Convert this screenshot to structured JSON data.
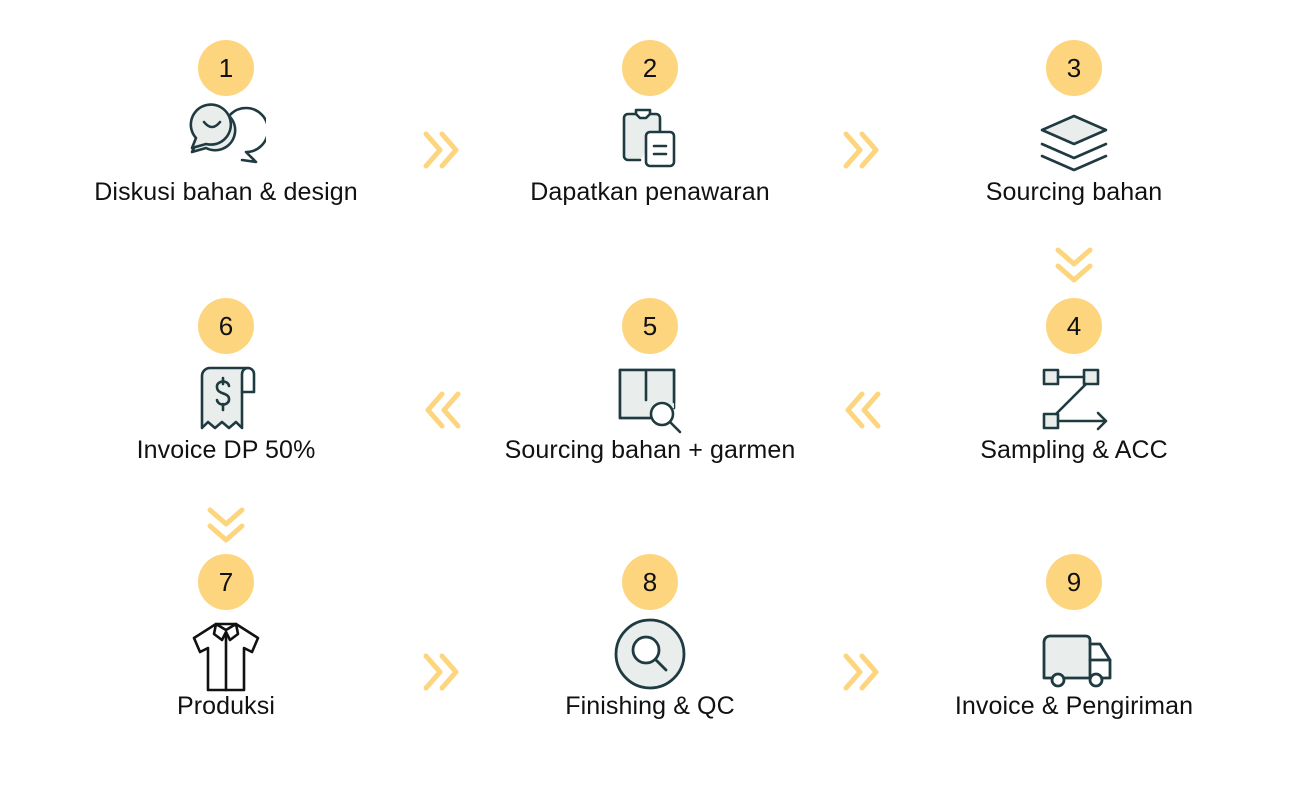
{
  "colors": {
    "badge": "#FDD57E",
    "arrow": "#FDD57E",
    "icon_stroke": "#1F3A40",
    "icon_fill": "#E9EEEC"
  },
  "steps": [
    {
      "number": "1",
      "label": "Diskusi bahan & design",
      "icon": "chat-bubbles-icon"
    },
    {
      "number": "2",
      "label": "Dapatkan penawaran",
      "icon": "clipboard-document-icon"
    },
    {
      "number": "3",
      "label": "Sourcing bahan",
      "icon": "layers-icon"
    },
    {
      "number": "4",
      "label": "Sampling & ACC",
      "icon": "workflow-arrow-icon"
    },
    {
      "number": "5",
      "label": "Sourcing bahan + garmen",
      "icon": "book-search-icon"
    },
    {
      "number": "6",
      "label": "Invoice DP 50%",
      "icon": "receipt-dollar-icon"
    },
    {
      "number": "7",
      "label": "Produksi",
      "icon": "shirt-icon"
    },
    {
      "number": "8",
      "label": "Finishing & QC",
      "icon": "magnifier-circle-icon"
    },
    {
      "number": "9",
      "label": "Invoice & Pengiriman",
      "icon": "delivery-truck-icon"
    }
  ],
  "arrows": [
    {
      "from": "1",
      "to": "2",
      "direction": "right"
    },
    {
      "from": "2",
      "to": "3",
      "direction": "right"
    },
    {
      "from": "3",
      "to": "4",
      "direction": "down"
    },
    {
      "from": "4",
      "to": "5",
      "direction": "left"
    },
    {
      "from": "5",
      "to": "6",
      "direction": "left"
    },
    {
      "from": "6",
      "to": "7",
      "direction": "down"
    },
    {
      "from": "7",
      "to": "8",
      "direction": "right"
    },
    {
      "from": "8",
      "to": "9",
      "direction": "right"
    }
  ]
}
